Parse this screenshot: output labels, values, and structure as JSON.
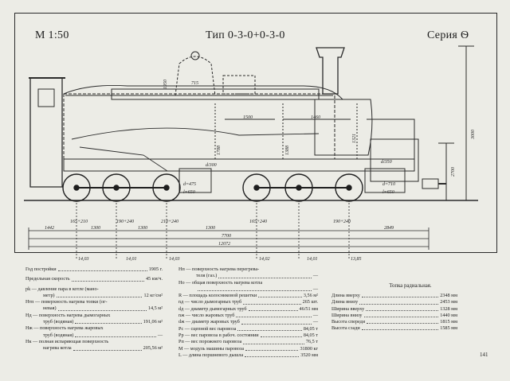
{
  "header": {
    "scale": "М 1:50",
    "type": "Тип 0-3-0+0-3-0",
    "series": "Серия Ѳ"
  },
  "drawing": {
    "cab_dim": "1950",
    "dome_dim": "715",
    "boiler_dims": [
      "1500",
      "1460",
      "1321"
    ],
    "firebox_dims": [
      "1788",
      "1388"
    ],
    "cylinder_labels": [
      "d=475",
      "l=650"
    ],
    "rear_cylinder_labels": [
      "d=710",
      "l=650"
    ],
    "mid_label": "d/300",
    "rear_top_label": "d/350",
    "height_dims": [
      "3000",
      "2700"
    ],
    "base_dims": [
      "1442",
      "165+210",
      "1300",
      "190+240",
      "1300",
      "210+240",
      "1300",
      "165+240",
      "190+240",
      "2849"
    ],
    "span_dims": [
      "7700",
      "12072"
    ],
    "axle_loads": [
      "14,03",
      "14,01",
      "14,03",
      "14,02",
      "14,01",
      "13,85"
    ]
  },
  "specs_left": [
    {
      "label": "Год постройки",
      "value": "1905 г."
    },
    {
      "label": "Предельная скорость",
      "value": "45 км/ч."
    },
    {
      "label": "pk — давление пара в котле (мано-",
      "value": ""
    },
    {
      "label": "метр)",
      "value": "12 кг/см²"
    },
    {
      "label": "Hтп — поверхность нагрева топки (ог-",
      "value": ""
    },
    {
      "label": "невая)",
      "value": "14,5 м²"
    },
    {
      "label": "Hд — поверхность нагрева дымогарных",
      "value": ""
    },
    {
      "label": "труб (водяная)",
      "value": "191,06 м²"
    },
    {
      "label": "Hж — поверхность нагрева жаровых",
      "value": ""
    },
    {
      "label": "труб (водяная)",
      "value": "—"
    },
    {
      "label": "Hк — полная испаряющая поверхность",
      "value": ""
    },
    {
      "label": "нагрева котла",
      "value": "205,56 м²"
    }
  ],
  "specs_right": [
    {
      "label": "Hп — поверхность нагрева перегрева-",
      "value": ""
    },
    {
      "label": "теля (газ.)",
      "value": "—"
    },
    {
      "label": "Hо — общая поверхность нагрева котла",
      "value": ""
    },
    {
      "label": "",
      "value": "—"
    },
    {
      "label": "R — площадь колосниковой решетки",
      "value": "3,56 м²"
    },
    {
      "label": "nд — число дымогарных труб",
      "value": "265 шт."
    },
    {
      "label": "dд — диаметр дымогарных труб",
      "value": "46/51 мм"
    },
    {
      "label": "nж — число жаровых труб",
      "value": "—"
    },
    {
      "label": "dж — диаметр жаровых труб",
      "value": "—"
    },
    {
      "label": "Pс — сцепной вес паровоза",
      "value": "84,05 т"
    },
    {
      "label": "Pр — вес паровоза в рабоч. состоянии",
      "value": "84,05 т"
    },
    {
      "label": "Pп — вес порожнего паровоза",
      "value": "76,5 т"
    },
    {
      "label": "M — модуль машины паровоза",
      "value": "31800 кг"
    },
    {
      "label": "L — длина поршневого дышла",
      "value": "3520 мм"
    }
  ],
  "firebox": {
    "title": "Топка радиальная.",
    "rows": [
      {
        "label": "Длина вверху",
        "value": "2348 мм"
      },
      {
        "label": "Длина внизу",
        "value": "2453 мм"
      },
      {
        "label": "Ширина вверху",
        "value": "1328 мм"
      },
      {
        "label": "Ширина внизу",
        "value": "1440 мм"
      },
      {
        "label": "Высота спереди",
        "value": "1815 мм"
      },
      {
        "label": "Высота сзади",
        "value": "1585 мм"
      }
    ]
  },
  "page_number": "141"
}
